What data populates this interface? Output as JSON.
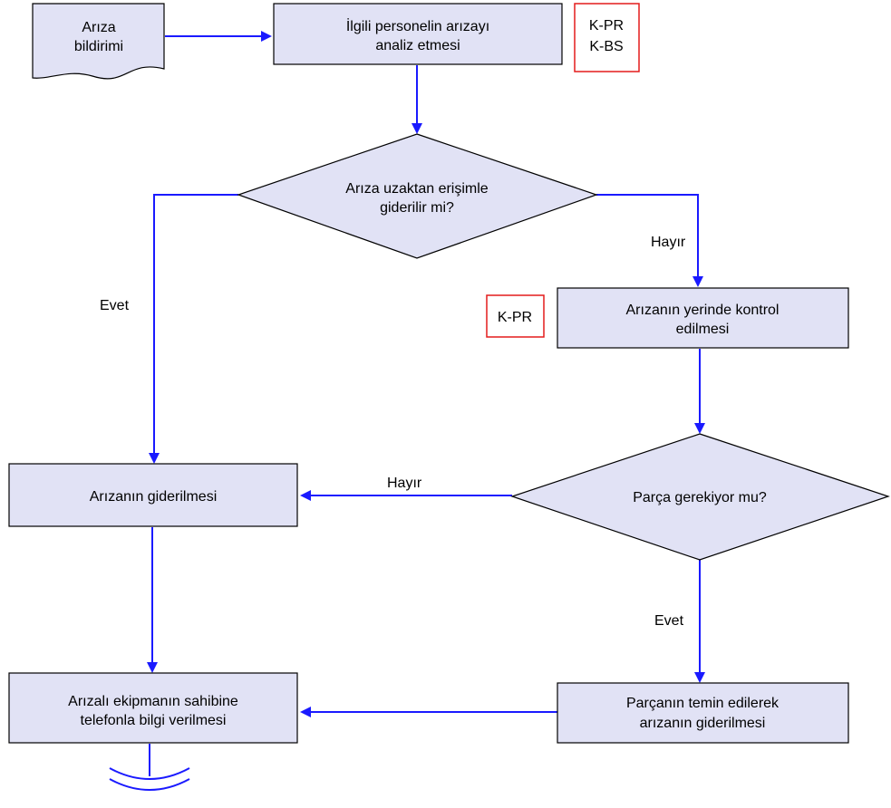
{
  "nodes": {
    "start_document": [
      "Arıza",
      "bildirimi"
    ],
    "analyze": [
      "İlgili personelin arızayı",
      "analiz etmesi"
    ],
    "remote_decision": [
      "Arıza uzaktan erişimle",
      "giderilir mi?"
    ],
    "onsite_check": [
      "Arızanın yerinde kontrol",
      "edilmesi"
    ],
    "part_decision": [
      "Parça gerekiyor mu?"
    ],
    "fix": [
      "Arızanın giderilmesi"
    ],
    "part_fix": [
      "Parçanın temin edilerek",
      "arızanın giderilmesi"
    ],
    "notify": [
      "Arızalı ekipmanın sahibine",
      "telefonla bilgi verilmesi"
    ]
  },
  "responsibility_tags": {
    "analyze_tags": [
      "K-PR",
      "K-BS"
    ],
    "onsite_tag": [
      "K-PR"
    ]
  },
  "edge_labels": {
    "remote_yes": "Evet",
    "remote_no": "Hayır",
    "part_no": "Hayır",
    "part_yes": "Evet"
  },
  "colors": {
    "node_fill": "#e1e2f5",
    "arrow": "#1a1aff",
    "tag_border": "#e41b1b"
  },
  "icons": {
    "end_symbol": "phone-signal-icon"
  }
}
